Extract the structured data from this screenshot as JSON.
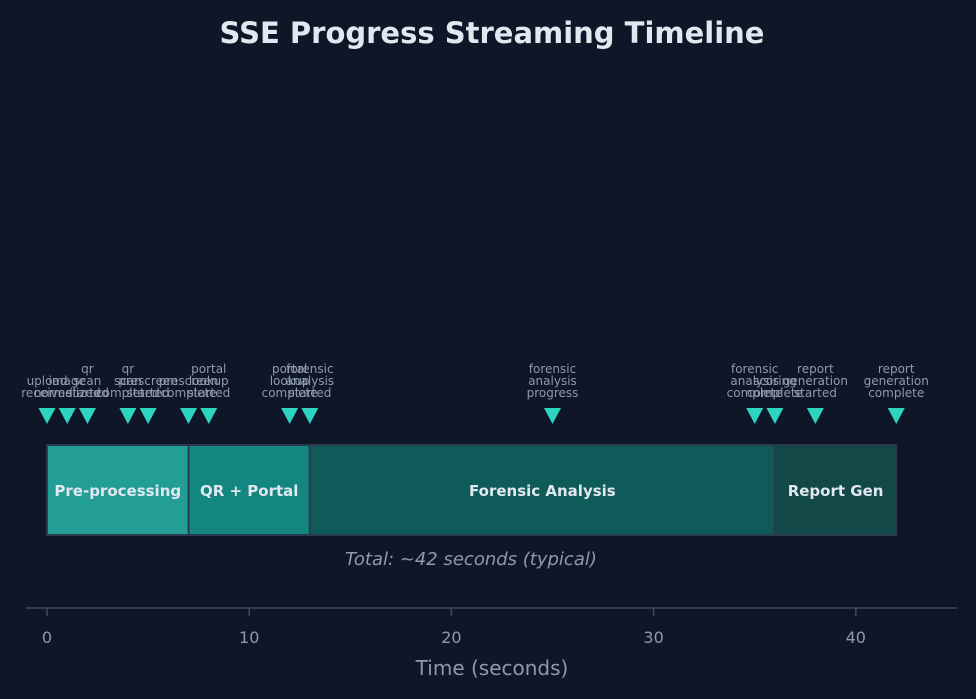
{
  "chart_data": {
    "type": "timeline",
    "title": "SSE Progress Streaming Timeline",
    "xlabel": "Time (seconds)",
    "xlim": [
      -1,
      45
    ],
    "xticks": [
      0,
      10,
      20,
      30,
      40
    ],
    "note": "Total: ~42 seconds (typical)",
    "phases": [
      {
        "name": "Pre-processing",
        "start": 0,
        "end": 7,
        "color": "#239e96"
      },
      {
        "name": "QR + Portal",
        "start": 7,
        "end": 13,
        "color": "#138680"
      },
      {
        "name": "Forensic Analysis",
        "start": 13,
        "end": 36,
        "color": "#0f5b5a"
      },
      {
        "name": "Report Gen",
        "start": 36,
        "end": 42,
        "color": "#124848"
      }
    ],
    "events": [
      {
        "t": 0,
        "label": [
          "upload",
          "received"
        ]
      },
      {
        "t": 1,
        "label": [
          "image",
          "normalized"
        ]
      },
      {
        "t": 2,
        "label": [
          "qr",
          "scan",
          "started"
        ]
      },
      {
        "t": 4,
        "label": [
          "qr",
          "scan",
          "completed"
        ]
      },
      {
        "t": 5,
        "label": [
          "prescreen",
          "started"
        ]
      },
      {
        "t": 7,
        "label": [
          "prescreen",
          "complete"
        ]
      },
      {
        "t": 8,
        "label": [
          "portal",
          "lookup",
          "started"
        ]
      },
      {
        "t": 12,
        "label": [
          "portal",
          "lookup",
          "complete"
        ]
      },
      {
        "t": 13,
        "label": [
          "forensic",
          "analysis",
          "started"
        ]
      },
      {
        "t": 25,
        "label": [
          "forensic",
          "analysis",
          "progress"
        ]
      },
      {
        "t": 35,
        "label": [
          "forensic",
          "analysis",
          "complete"
        ]
      },
      {
        "t": 36,
        "label": [
          "scoring",
          "complete"
        ]
      },
      {
        "t": 38,
        "label": [
          "report",
          "generation",
          "started"
        ]
      },
      {
        "t": 42,
        "label": [
          "report",
          "generation",
          "complete"
        ]
      }
    ],
    "colors": {
      "background": "#0e1628",
      "marker": "#2dd4bf",
      "text": "#e2e8f0",
      "muted": "#8d99ad",
      "axis": "#3b4a5e"
    }
  }
}
